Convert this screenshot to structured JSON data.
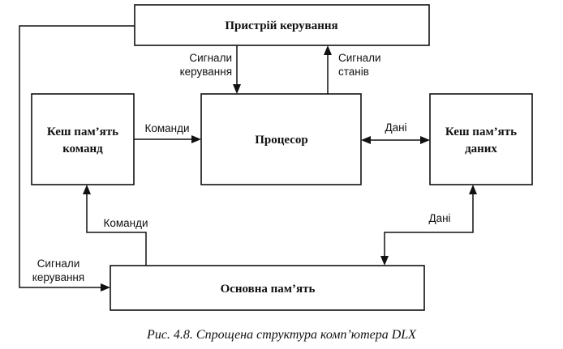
{
  "blocks": {
    "control_unit": "Пристрій керування",
    "processor": "Процесор",
    "instruction_cache": [
      "Кеш пам’ять",
      "команд"
    ],
    "data_cache": [
      "Кеш пам’ять",
      "даних"
    ],
    "main_memory": "Основна пам’ять"
  },
  "labels": {
    "control_signals_top": [
      "Сигнали",
      "керування"
    ],
    "state_signals": [
      "Сигнали",
      "станів"
    ],
    "commands_to_processor": "Команди",
    "data_processor_cache": "Дані",
    "commands_from_memory": "Команди",
    "data_memory_cache": "Дані",
    "control_signals_left": [
      "Сигнали",
      "керування"
    ]
  },
  "caption": "Рис. 4.8. Спрощена структура комп’ютера DLX"
}
